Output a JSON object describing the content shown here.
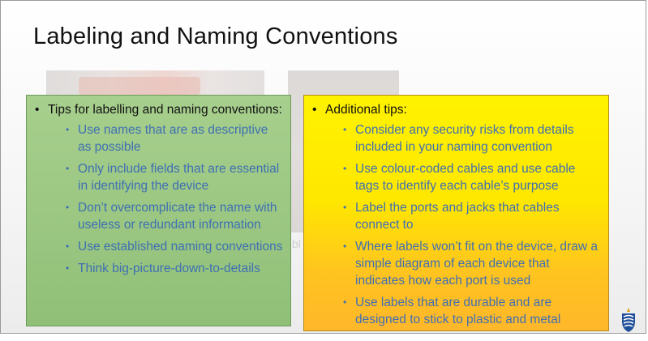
{
  "slide": {
    "title": "Labeling and Naming Conventions",
    "ghost_text": "bl",
    "left_box": {
      "heading": "Tips for labelling and naming conventions:",
      "items": [
        "Use names that are as descriptive as possible",
        "Only include fields that are essential in identifying the device",
        "Don’t overcomplicate the name with useless or redundant information",
        "Use established naming conventions",
        "Think big-picture-down-to-details"
      ]
    },
    "right_box": {
      "heading": "Additional tips:",
      "items": [
        "Consider any security risks from details included in your naming convention",
        "Use colour-coded cables and use cable tags to identify each cable’s purpose",
        "Label the ports and jacks that cables connect to",
        "Where labels won’t fit on the device, draw a simple diagram of each device that indicates how each port is used",
        "Use labels that are durable and are designed to stick to plastic and metal"
      ]
    },
    "bullet": "•",
    "logo_icon": "university-shield-icon",
    "colors": {
      "left_box": "#9cc883",
      "right_box_top": "#fff200",
      "right_box_bottom": "#ffb72a",
      "sub_text": "#3f6fb3"
    }
  }
}
